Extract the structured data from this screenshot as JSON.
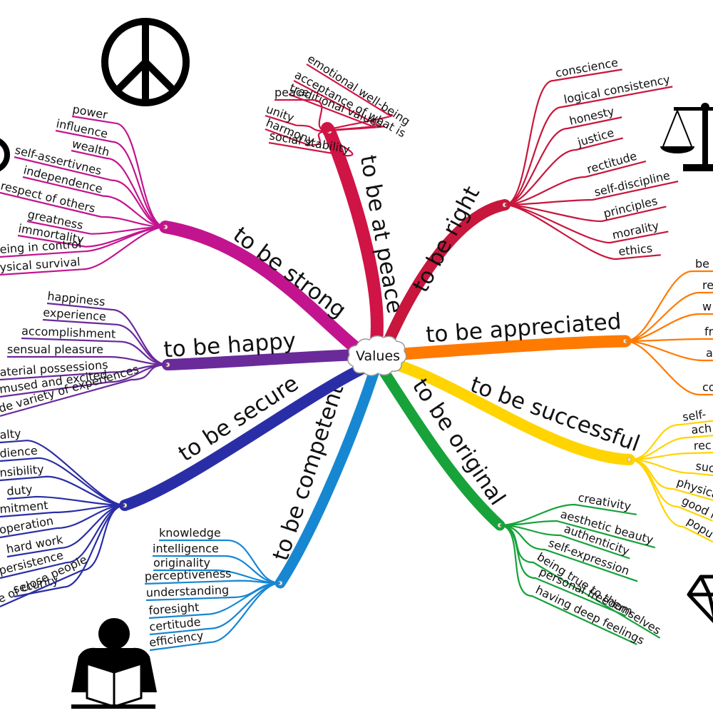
{
  "center": {
    "label": "Values"
  },
  "branches": [
    {
      "id": "peace",
      "label": "to be at peace",
      "color": "#d01445",
      "leaves": [
        "emotional well-being",
        "acceptance of what is",
        "traditional values",
        "peace",
        "unity",
        "harmony",
        "social stability"
      ]
    },
    {
      "id": "right",
      "label": "to be right",
      "color": "#c8163c",
      "leaves": [
        "conscience",
        "logical consistency",
        "honesty",
        "justice",
        "rectitude",
        "self-discipline",
        "principles",
        "morality",
        "ethics"
      ]
    },
    {
      "id": "appreciated",
      "label": "to be appreciated",
      "color": "#ff7a00",
      "leaves": [
        "be",
        "re",
        "w",
        "fr",
        "a",
        "co"
      ]
    },
    {
      "id": "successful",
      "label": "to be successful",
      "color": "#ffd400",
      "leaves": [
        "self-",
        "ach",
        "rec",
        "suc",
        "physica",
        "good l",
        "popu"
      ]
    },
    {
      "id": "original",
      "label": "to be original",
      "color": "#17a23a",
      "leaves": [
        "creativity",
        "aesthetic beauty",
        "authenticity",
        "self-expression",
        "being true to themselves",
        "personal freedom",
        "having deep feelings"
      ]
    },
    {
      "id": "competent",
      "label": "to be competent",
      "color": "#1787d2",
      "leaves": [
        "knowledge",
        "intelligence",
        "originality",
        "perceptiveness",
        "understanding",
        "foresight",
        "certitude",
        "efficiency"
      ]
    },
    {
      "id": "secure",
      "label": "to be secure",
      "color": "#2a2ea6",
      "leaves": [
        "alty",
        "dience",
        "nsibility",
        "duty",
        "mitment",
        "operation",
        "hard work",
        "persistence",
        "security",
        "e of close people"
      ]
    },
    {
      "id": "happy",
      "label": "to be happy",
      "color": "#6a2a9a",
      "leaves": [
        "happiness",
        "experience",
        "accomplishment",
        "sensual pleasure",
        "aterial possessions",
        "mused and excited",
        "de variety of experiences"
      ]
    },
    {
      "id": "strong",
      "label": "to be strong",
      "color": "#c3148f",
      "leaves": [
        "power",
        "influence",
        "wealth",
        "self-assertivnes",
        "independence",
        "respect of others",
        "greatness",
        "immortality",
        "eing in control",
        "ysical survival"
      ]
    }
  ],
  "icons": [
    "peace-sign-icon",
    "scales-icon",
    "reader-icon",
    "diamond-icon"
  ]
}
